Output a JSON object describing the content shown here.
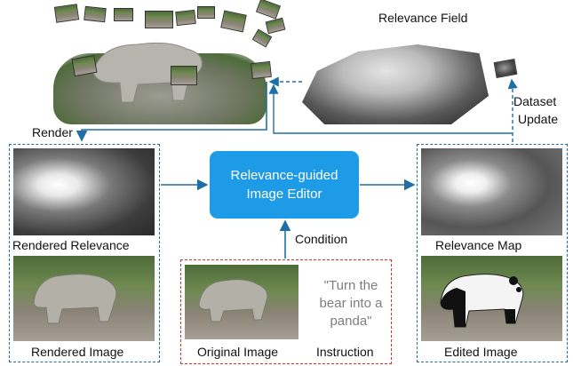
{
  "labels": {
    "relevance_field": "Relevance Field",
    "dataset_update_line1": "Dataset",
    "dataset_update_line2": "Update",
    "render": "Render",
    "rendered_relevance": "Rendered Relevance",
    "rendered_image": "Rendered Image",
    "editor_line1": "Relevance-guided",
    "editor_line2": "Image Editor",
    "condition": "Condition",
    "relevance_map": "Relevance Map",
    "edited_image": "Edited Image",
    "original_image": "Original Image",
    "instruction": "Instruction",
    "instruction_text": "\"Turn the bear into a panda\""
  },
  "colors": {
    "accent_blue": "#1e9be6",
    "arrow_blue": "#1f6fa6",
    "dashed_red": "#d9302a",
    "instruction_gray": "#7d7d7d"
  }
}
